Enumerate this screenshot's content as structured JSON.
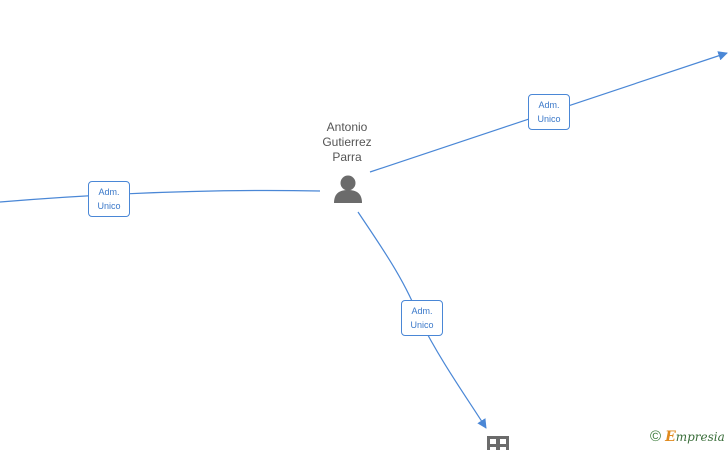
{
  "nodes": {
    "person": {
      "name_lines": [
        "Antonio",
        "Gutierrez",
        "Parra"
      ],
      "icon": "person-icon"
    },
    "company_bottom": {
      "icon": "building-icon"
    }
  },
  "edges": [
    {
      "id": "left",
      "label_lines": [
        "Adm.",
        "Unico"
      ]
    },
    {
      "id": "top-right",
      "label_lines": [
        "Adm.",
        "Unico"
      ]
    },
    {
      "id": "bottom",
      "label_lines": [
        "Adm.",
        "Unico"
      ]
    }
  ],
  "watermark": {
    "symbol": "©",
    "brand_initial": "E",
    "brand_rest": "mpresia"
  },
  "colors": {
    "edge": "#4a87d6",
    "label_text": "#3a78c9",
    "icon": "#6b6b6b"
  }
}
